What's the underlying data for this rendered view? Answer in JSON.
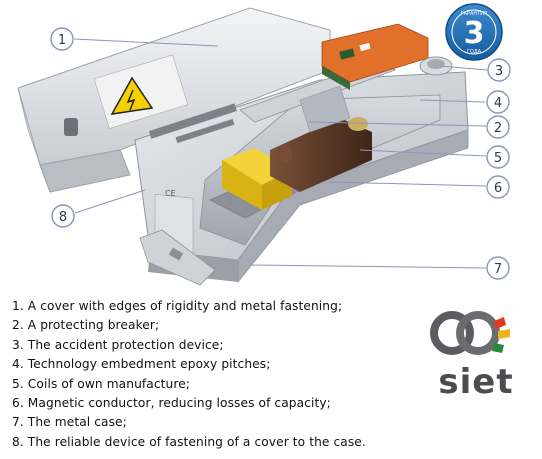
{
  "guarantee_badge": {
    "number": "3",
    "top_text": "ГАРАНТИЯ",
    "bottom_text": "ГОДА"
  },
  "callouts": [
    "1",
    "2",
    "3",
    "4",
    "5",
    "6",
    "7",
    "8"
  ],
  "legend": [
    "1. A cover with edges of rigidity and metal fastening;",
    "2. A protecting breaker;",
    "3. The accident protection device;",
    "4. Technology embedment epoxy pitches;",
    "5. Coils of own manufacture;",
    "6. Magnetic conductor, reducing losses of capacity;",
    "7. The metal case;",
    "8. The reliable device of fastening of a cover to the case."
  ],
  "brand": {
    "name": "siet"
  },
  "colors": {
    "callout_circle": "#8a96b8",
    "badge": "#1e6fb4",
    "epoxy": "#5a3a28",
    "yellow_block": "#e8c21a",
    "pcb": "#e0702a"
  }
}
